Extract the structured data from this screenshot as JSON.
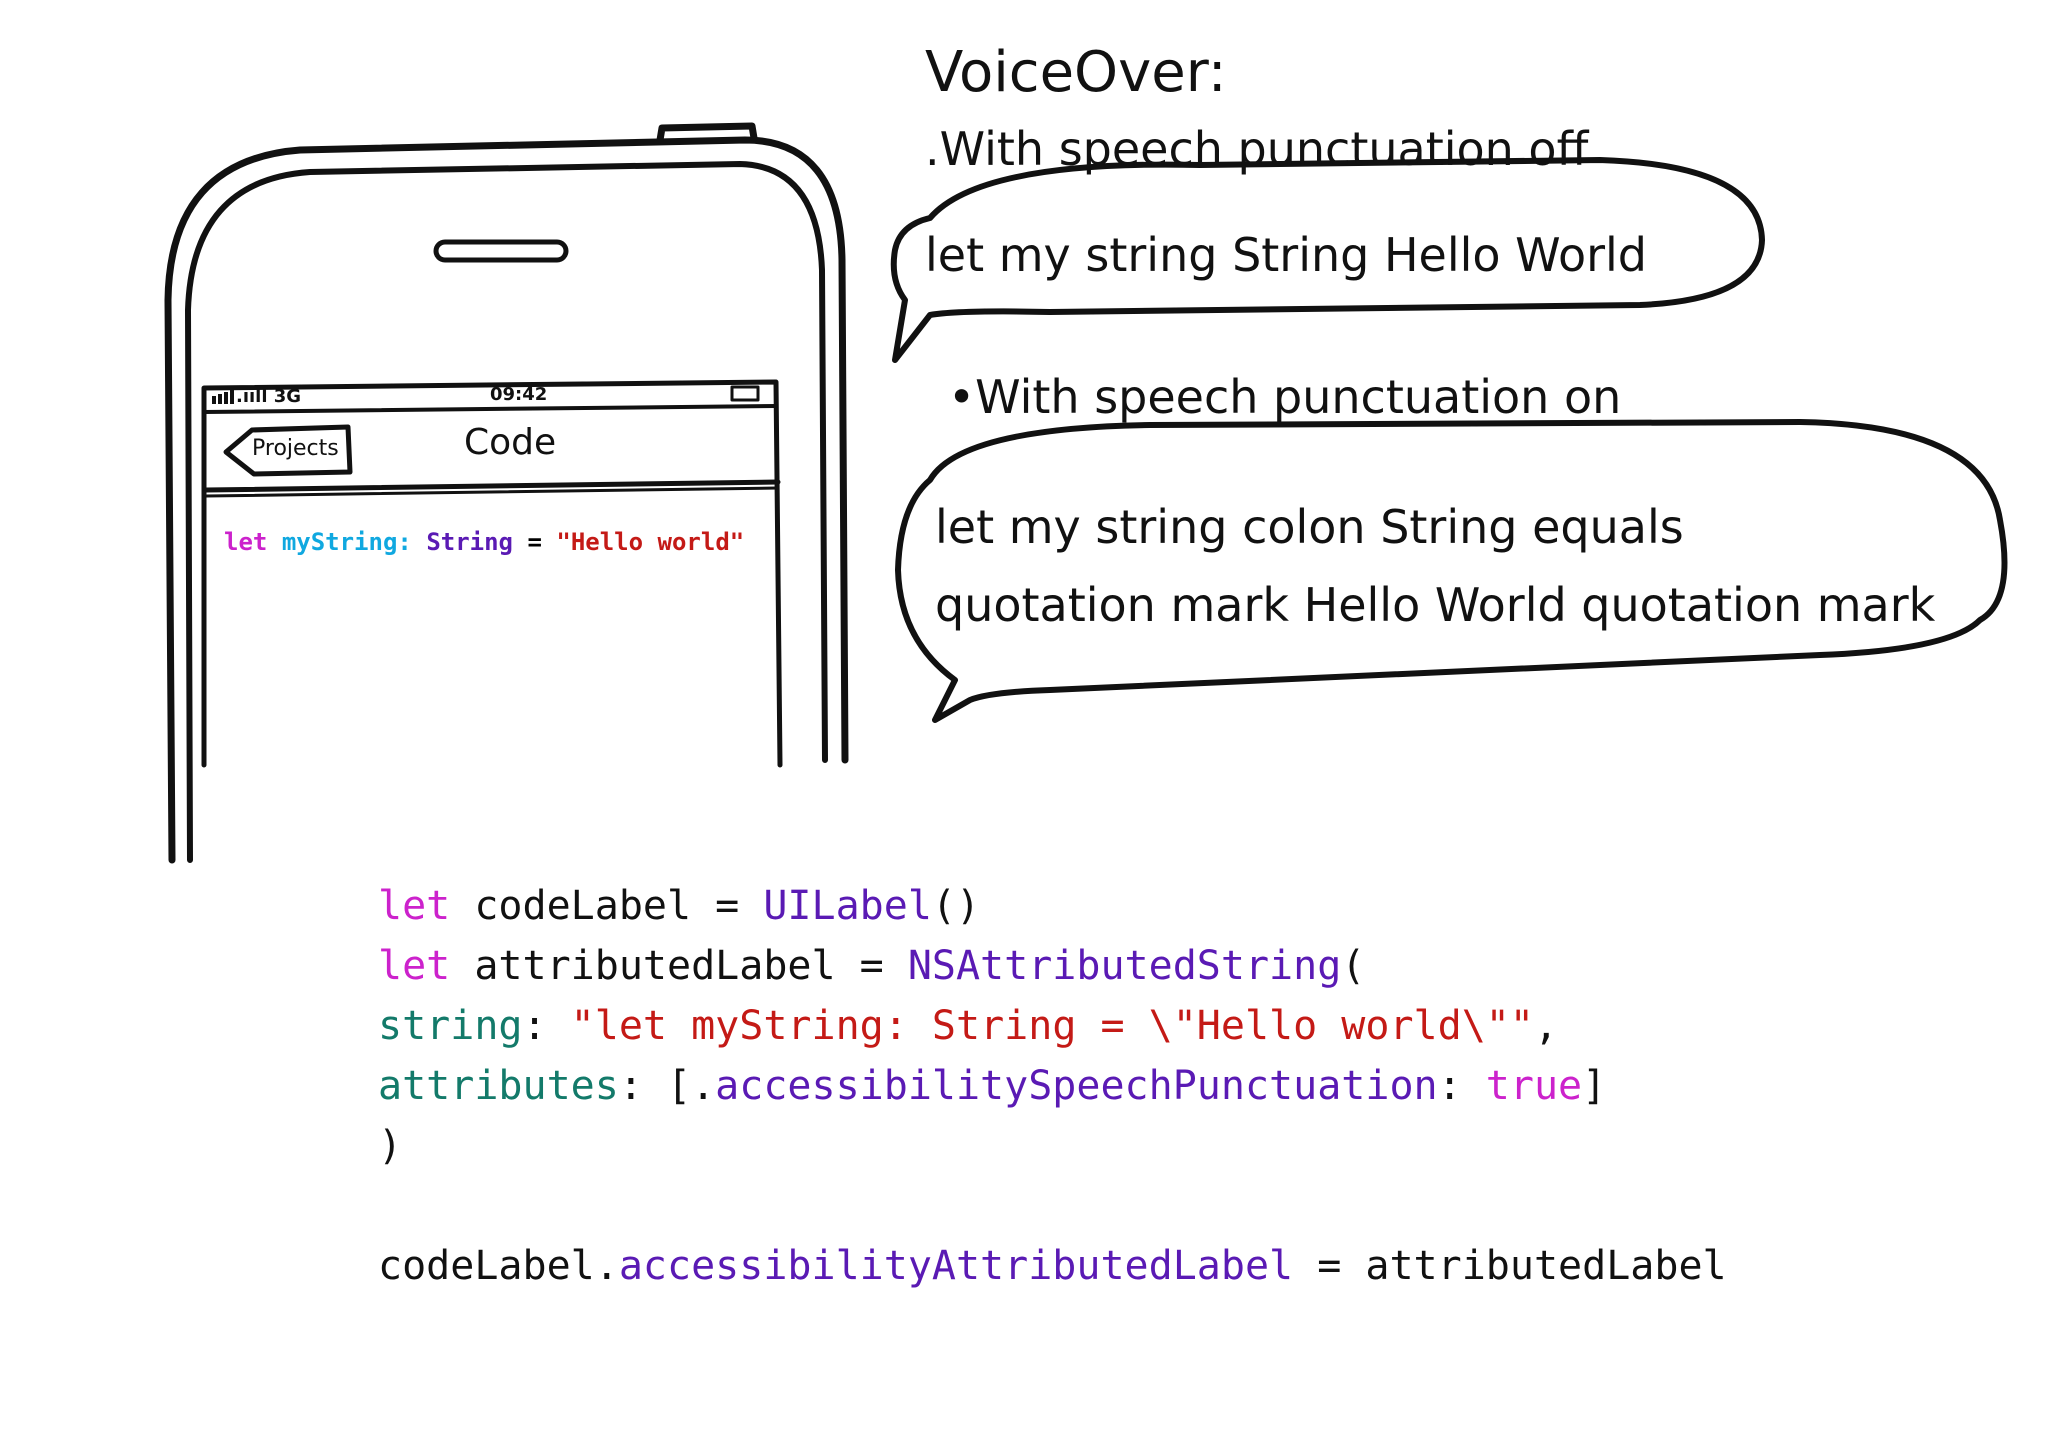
{
  "voiceover": {
    "title": "VoiceOver:",
    "off_bullet": ".With speech punctuation off",
    "off_speech": "let my string String Hello World",
    "on_bullet": "•With speech punctuation on",
    "on_speech_line1": "let my string colon String equals",
    "on_speech_line2": "quotation mark Hello World quotation mark"
  },
  "phone": {
    "status_signal": ".ııll 3G",
    "status_time": "09:42",
    "back_button": "Projects",
    "nav_title": "Code",
    "code": {
      "kw_let": "let",
      "var_name": "myString",
      "colon": ":",
      "type": "String",
      "equals": "=",
      "value": "\"Hello world\""
    }
  },
  "code_block": {
    "l1_let": "let",
    "l1_name": " codeLabel = ",
    "l1_type": "UILabel",
    "l1_end": "()",
    "l2_let": "let",
    "l2_name": " attributedLabel = ",
    "l2_type": "NSAttributedString",
    "l2_end": "(",
    "l3_arg": "string",
    "l3_colon": ": ",
    "l3_str": "\"let myString: String = \\\"Hello world\\\"\"",
    "l3_end": ",",
    "l4_arg": "attributes",
    "l4_mid": ": [.",
    "l4_key": "accessibilitySpeechPunctuation",
    "l4_colon": ": ",
    "l4_val": "true",
    "l4_end": "]",
    "l5": ")",
    "l7_obj": "codeLabel.",
    "l7_prop": "accessibilityAttributedLabel",
    "l7_end": " = attributedLabel"
  },
  "colors": {
    "keyword": "#cc22cc",
    "type": "#5a1ab4",
    "string": "#c41a16",
    "argument": "#137a6a",
    "identifier": "#10a8e0"
  }
}
